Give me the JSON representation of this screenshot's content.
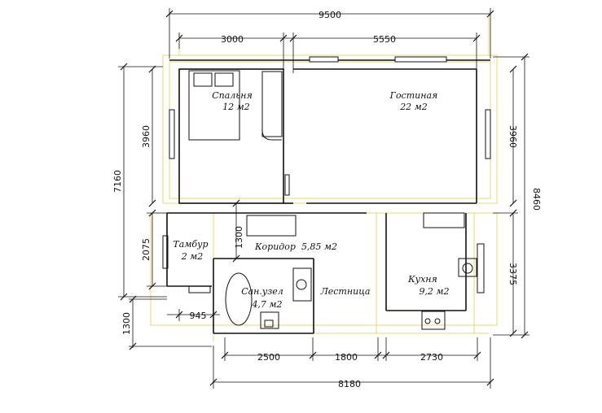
{
  "dimensions": {
    "top_total": "9500",
    "top_left": "3000",
    "top_right": "5550",
    "bottom_total": "8180",
    "bottom_1": "2500",
    "bottom_2": "1800",
    "bottom_3": "2730",
    "left_total": "7160",
    "left_bedroom": "3960",
    "left_vestibule": "2075",
    "left_lower": "1300",
    "right_total": "8460",
    "right_living": "3960",
    "right_kitchen": "3375",
    "corridor_height": "1300",
    "bathroom_offset": "945"
  },
  "rooms": {
    "bedroom": {
      "name": "Спальня",
      "area": "12 м2"
    },
    "living": {
      "name": "Гостиная",
      "area": "22 м2"
    },
    "vestibule": {
      "name": "Тамбур",
      "area": "2 м2"
    },
    "corridor": {
      "name": "Коридор",
      "area": "5,85 м2"
    },
    "bathroom": {
      "name": "Сан.узел",
      "area": "4,7 м2"
    },
    "stairs": {
      "name": "Лестница"
    },
    "kitchen": {
      "name": "Кухня",
      "area": "9,2 м2"
    }
  }
}
